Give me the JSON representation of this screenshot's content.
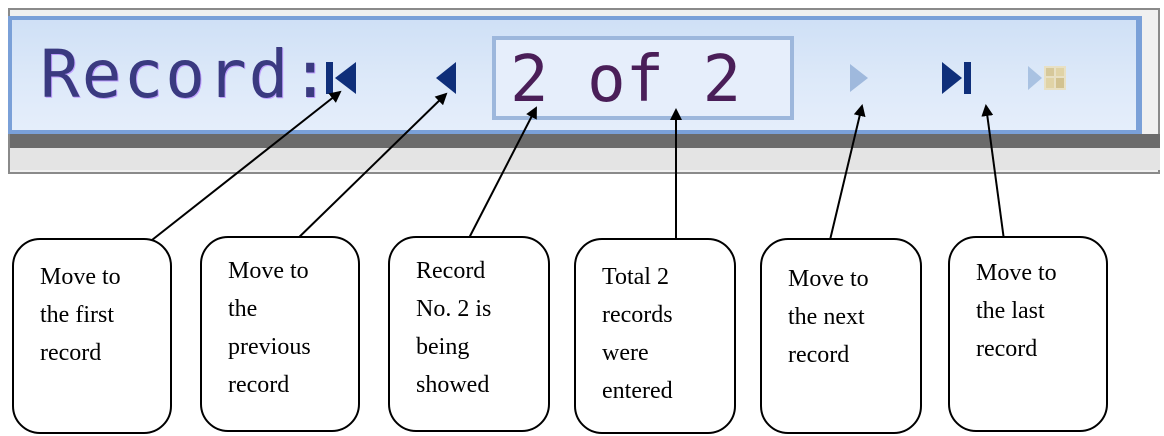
{
  "navigator": {
    "record_label": "Record:",
    "counter": "2 of 2",
    "buttons": {
      "first": "first-record-icon",
      "previous": "previous-record-icon",
      "next": "next-record-icon",
      "last": "last-record-icon",
      "new": "new-record-icon"
    },
    "colors": {
      "active_icon": "#0f2f7a",
      "disabled_icon": "#9fb9dd",
      "bar_border": "#7aa0d8"
    }
  },
  "callouts": [
    {
      "lines": [
        "Move to",
        "the first",
        "record"
      ]
    },
    {
      "lines": [
        "Move to",
        "the",
        "previous",
        "record"
      ]
    },
    {
      "lines": [
        "Record",
        "No. 2 is",
        "being",
        "showed"
      ]
    },
    {
      "lines": [
        "Total 2",
        "records",
        "were",
        "entered"
      ]
    },
    {
      "lines": [
        "Move to",
        "the next",
        "record"
      ]
    },
    {
      "lines": [
        "Move to",
        "the last",
        "record"
      ]
    }
  ]
}
